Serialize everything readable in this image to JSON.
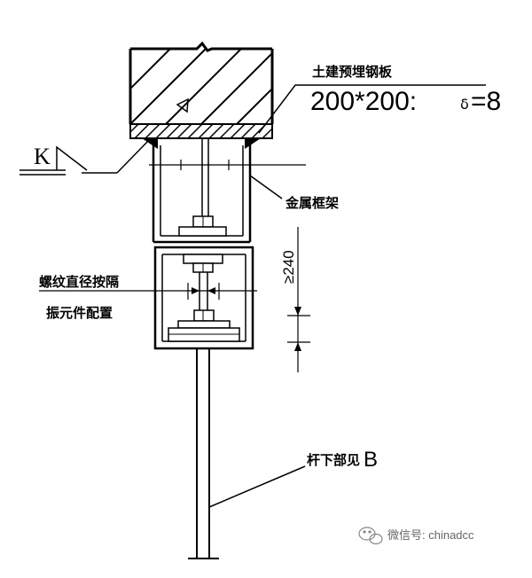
{
  "labels": {
    "embedded_plate": "土建预埋钢板",
    "plate_spec": "200*200:",
    "plate_thickness_symbol": "δ",
    "plate_thickness_value": "=8",
    "weld_symbol_letter": "K",
    "metal_frame": "金属框架",
    "min_spacing": "≥240",
    "thread_note_line1": "螺纹直径按隔",
    "thread_note_line2": "振元件配置",
    "rod_note": "杆下部见",
    "rod_note_ref": "B"
  },
  "watermark": {
    "text": "微信号: chinadcc",
    "icon": "wechat-icon"
  },
  "colors": {
    "line": "#000000",
    "background": "#ffffff",
    "watermark": "#666666"
  }
}
